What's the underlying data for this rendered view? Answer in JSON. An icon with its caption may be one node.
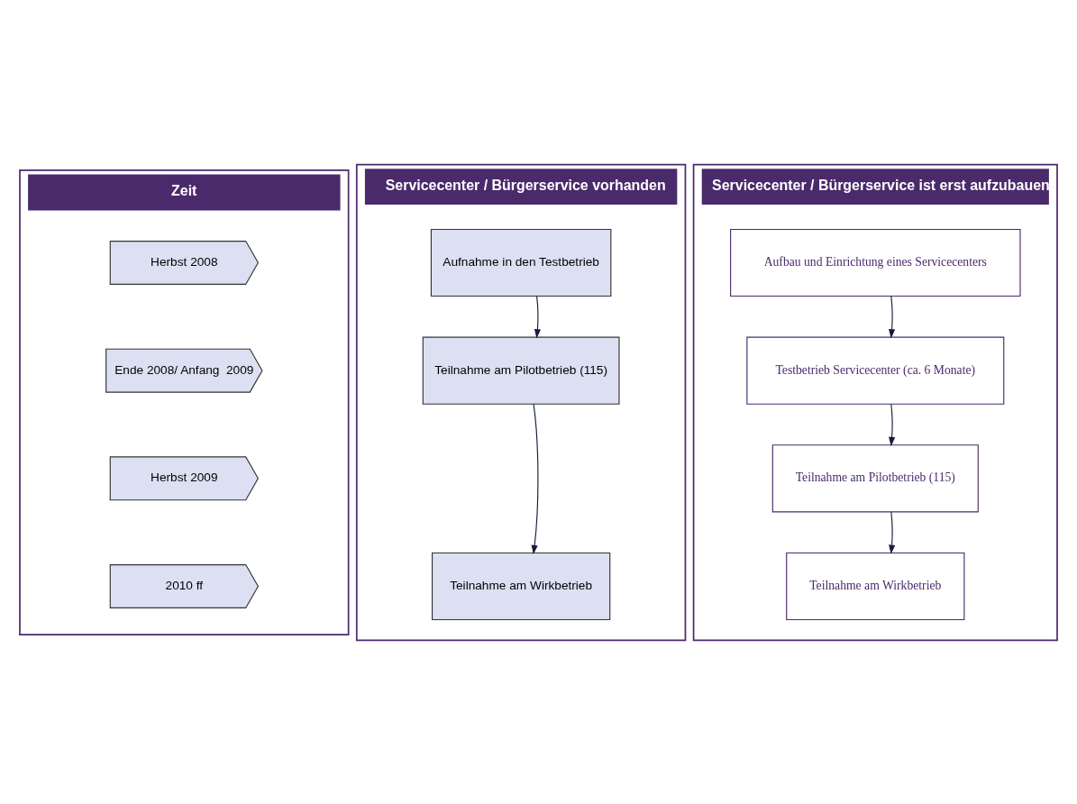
{
  "diagram": {
    "nodes": [
      {
        "text": [
          "Zeit"
        ]
      },
      {
        "text": [
          "Herbst 2008"
        ],
        "in": 0
      },
      {
        "text": [
          "Ende 2008/ Anfang  2009"
        ],
        "in": 0
      },
      {
        "text": [
          "Herbst 2009"
        ],
        "in": 0
      },
      {
        "text": [
          "2010 ff"
        ],
        "in": 0
      },
      {
        "text": [
          "Servicecenter / Bürgerservice vorhanden"
        ]
      },
      {
        "text": [
          "Aufnahme in den Testbetrieb"
        ],
        "in": 5
      },
      {
        "text": [
          "Teilnahme am Pilotbetrieb (115)"
        ],
        "in": 5
      },
      {
        "text": [
          "Teilnahme am Wirkbetrieb"
        ],
        "in": 5
      },
      {
        "text": [
          "Servicecenter / Bürgerservice ist erst aufzubauen"
        ]
      },
      {
        "text": [
          "Aufbau und Einrichtung eines Servicecenters"
        ],
        "in": 9
      },
      {
        "text": [
          "Testbetrieb Servicecenter (ca. 6 Monate)"
        ],
        "in": 9
      },
      {
        "text": [
          "Teilnahme am Pilotbetrieb (115)"
        ],
        "in": 9
      },
      {
        "text": [
          "Teilnahme am Wirkbetrieb"
        ],
        "in": 9
      }
    ],
    "edges": [
      {
        "from": 6,
        "to": 7,
        "arrow": "to"
      },
      {
        "from": 7,
        "to": 8,
        "arrow": "to"
      },
      {
        "from": 10,
        "to": 11,
        "arrow": "to"
      },
      {
        "from": 11,
        "to": 12,
        "arrow": "to"
      },
      {
        "from": 12,
        "to": 13,
        "arrow": "to"
      }
    ]
  }
}
